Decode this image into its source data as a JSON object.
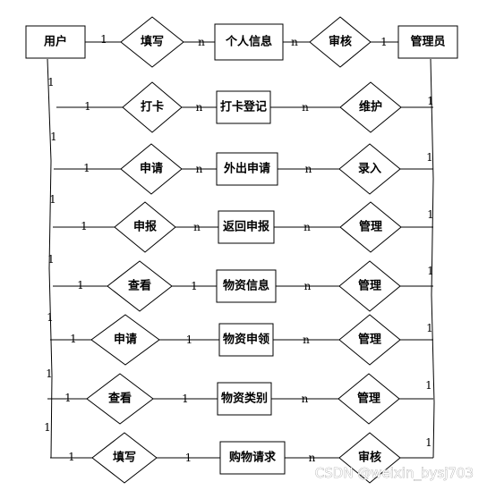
{
  "diagram": {
    "user_entity": "用户",
    "admin_entity": "管理员",
    "top_row": {
      "left_card": "1",
      "left_relation": "填写",
      "mid_card_left": "n",
      "entity": "个人信息",
      "mid_card_right": "n",
      "right_relation": "审核",
      "right_card": "1"
    },
    "rows": [
      {
        "user_card": "1",
        "left_relation": "打卡",
        "left_card": "n",
        "entity": "打卡登记",
        "right_card": "n",
        "right_relation": "维护",
        "admin_card": "1"
      },
      {
        "user_card": "1",
        "left_relation": "申请",
        "left_card": "n",
        "entity": "外出申请",
        "right_card": "n",
        "right_relation": "录入",
        "admin_card": "1"
      },
      {
        "user_card": "1",
        "left_relation": "申报",
        "left_card": "n",
        "entity": "返回申报",
        "right_card": "n",
        "right_relation": "管理",
        "admin_card": "1"
      },
      {
        "user_card": "1",
        "left_relation": "查看",
        "left_card": "1",
        "entity": "物资信息",
        "right_card": "n",
        "right_relation": "管理",
        "admin_card": "1"
      },
      {
        "user_card": "1",
        "left_relation": "申请",
        "left_card": "1",
        "entity": "物资申领",
        "right_card": "n",
        "right_relation": "管理",
        "admin_card": "1"
      },
      {
        "user_card": "1",
        "left_relation": "查看",
        "left_card": "1",
        "entity": "物资类别",
        "right_card": "n",
        "right_relation": "管理",
        "admin_card": "1"
      },
      {
        "user_card": "1",
        "left_relation": "填写",
        "left_card": "1",
        "entity": "购物请求",
        "right_card": "n",
        "right_relation": "审核",
        "admin_card": "1"
      }
    ],
    "user_line_cards": [
      "1",
      "1",
      "1",
      "1",
      "1",
      "1",
      "1"
    ],
    "admin_line_cards": [
      "1",
      "1",
      "1",
      "1",
      "1",
      "1",
      "1"
    ]
  },
  "watermark": "CSDN @weixin_bysj703"
}
